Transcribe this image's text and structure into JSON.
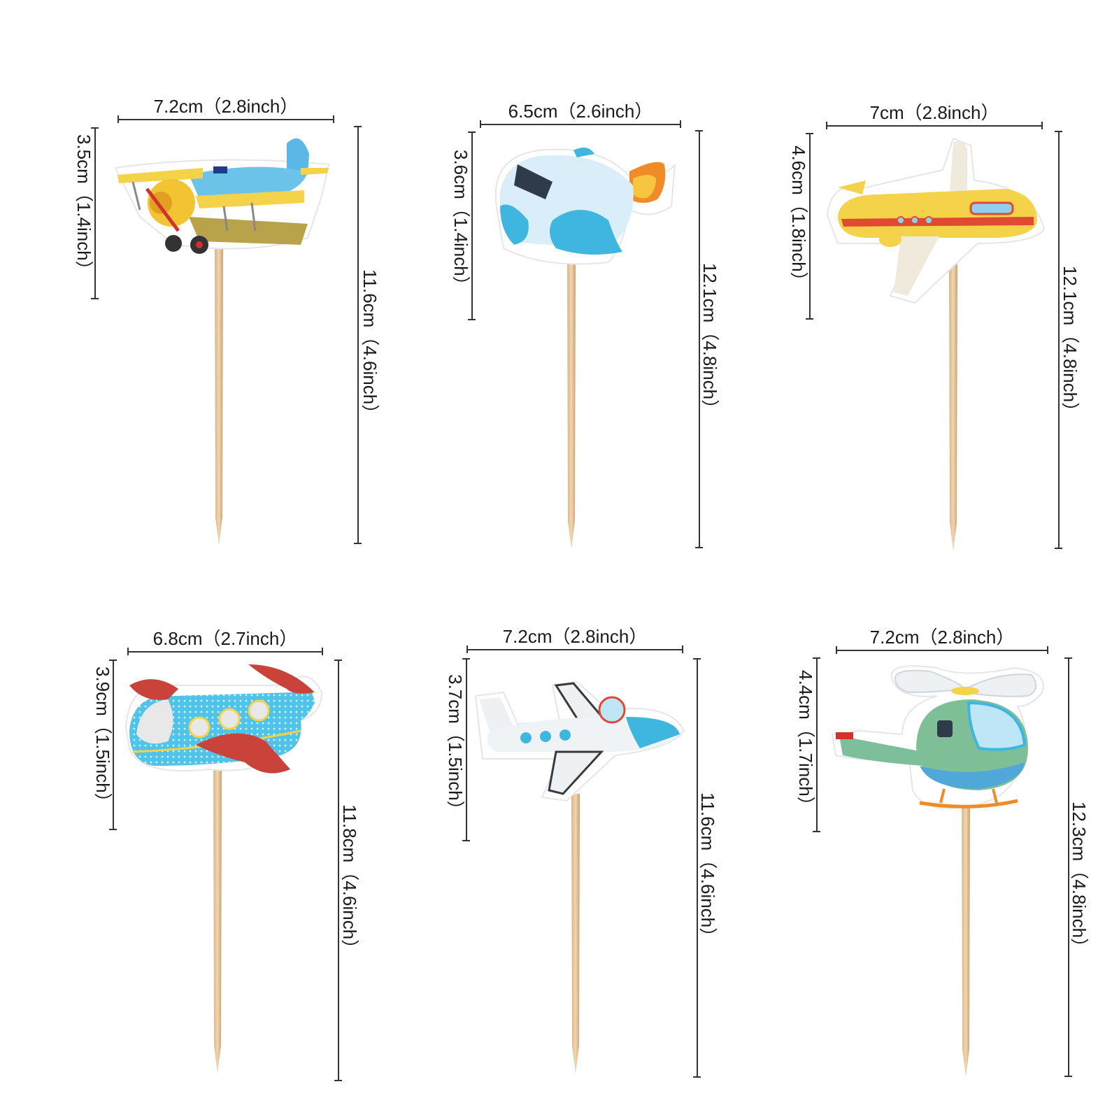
{
  "toppers": [
    {
      "name": "biplane",
      "width": {
        "cm": "7.2cm",
        "inch": "（2.8inch）"
      },
      "head_height": {
        "cm": "3.5cm",
        "inch": "（1.4inch）"
      },
      "total_height": {
        "cm": "11.6cm",
        "inch": "（4.6inch）"
      }
    },
    {
      "name": "rocket-plane",
      "width": {
        "cm": "6.5cm",
        "inch": "（2.6inch）"
      },
      "head_height": {
        "cm": "3.6cm",
        "inch": "（1.4inch）"
      },
      "total_height": {
        "cm": "12.1cm",
        "inch": "（4.8inch）"
      }
    },
    {
      "name": "airliner",
      "width": {
        "cm": "7cm",
        "inch": "（2.8inch）"
      },
      "head_height": {
        "cm": "4.6cm",
        "inch": "（1.8inch）"
      },
      "total_height": {
        "cm": "12.1cm",
        "inch": "（4.8inch）"
      }
    },
    {
      "name": "polka-plane",
      "width": {
        "cm": "6.8cm",
        "inch": "（2.7inch）"
      },
      "head_height": {
        "cm": "3.9cm",
        "inch": "（1.5inch）"
      },
      "total_height": {
        "cm": "11.8cm",
        "inch": "（4.6inch）"
      }
    },
    {
      "name": "jet",
      "width": {
        "cm": "7.2cm",
        "inch": "（2.8inch）"
      },
      "head_height": {
        "cm": "3.7cm",
        "inch": "（1.5inch）"
      },
      "total_height": {
        "cm": "11.6cm",
        "inch": "（4.6inch）"
      }
    },
    {
      "name": "helicopter",
      "width": {
        "cm": "7.2cm",
        "inch": "（2.8inch）"
      },
      "head_height": {
        "cm": "4.4cm",
        "inch": "（1.7inch）"
      },
      "total_height": {
        "cm": "12.3cm",
        "inch": "（4.8inch）"
      }
    }
  ]
}
